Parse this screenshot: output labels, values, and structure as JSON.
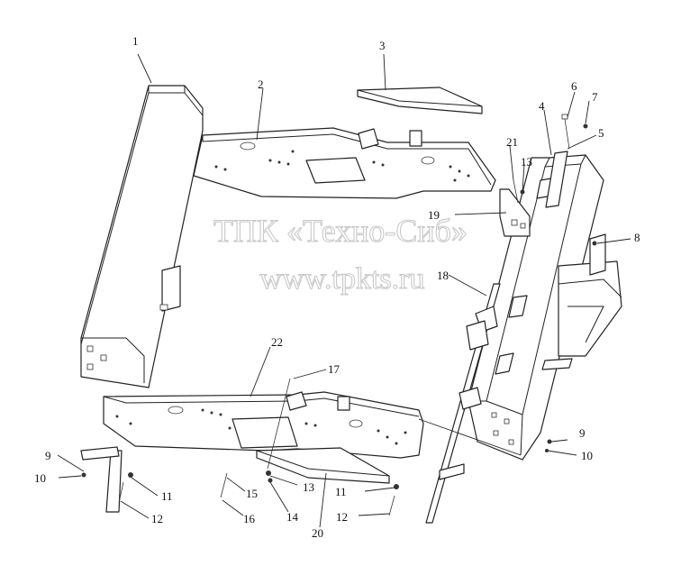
{
  "watermark": {
    "line1": "ТПК «Техно-Сиб»",
    "line2": "www.tpkts.ru"
  },
  "callouts": {
    "c1": "1",
    "c2": "2",
    "c3": "3",
    "c4": "4",
    "c5": "5",
    "c6": "6",
    "c7": "7",
    "c8": "8",
    "c9a": "9",
    "c9b": "9",
    "c10a": "10",
    "c10b": "10",
    "c11a": "11",
    "c11b": "11",
    "c12a": "12",
    "c12b": "12",
    "c13a": "13",
    "c13b": "13",
    "c14": "14",
    "c15": "15",
    "c16": "16",
    "c17": "17",
    "c18": "18",
    "c19": "19",
    "c20": "20",
    "c21": "21",
    "c22": "22"
  }
}
